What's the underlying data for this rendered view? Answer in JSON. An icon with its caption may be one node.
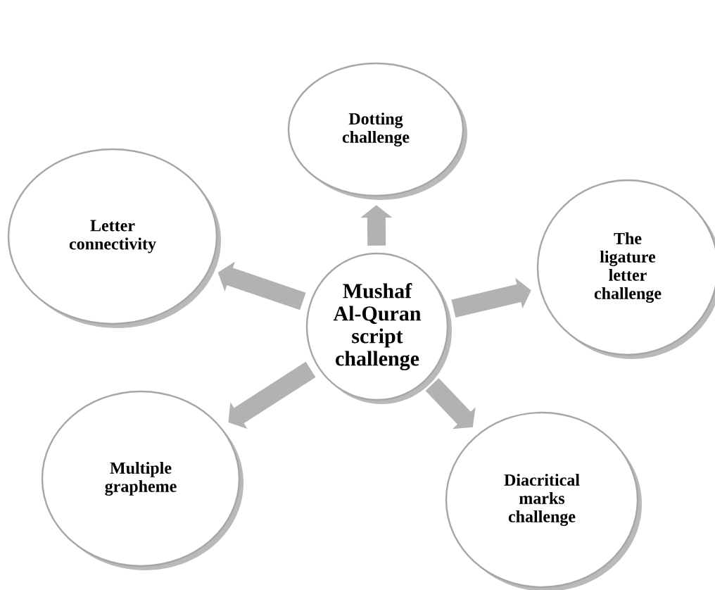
{
  "diagram": {
    "nodes": [
      {
        "text": [
          "Mushaf Al-Quran script challenge"
        ]
      },
      {
        "text": [
          "Dotting challenge"
        ]
      },
      {
        "text": [
          "Letter connectivity"
        ]
      },
      {
        "text": [
          "The ligature letter challenge"
        ]
      },
      {
        "text": [
          "Multiple grapheme"
        ]
      },
      {
        "text": [
          "Diacritical marks challenge"
        ]
      }
    ],
    "edges": [
      {
        "from": 0,
        "to": 1,
        "arrow": "to"
      },
      {
        "from": 0,
        "to": 2,
        "arrow": "to"
      },
      {
        "from": 0,
        "to": 3,
        "arrow": "to"
      },
      {
        "from": 0,
        "to": 4,
        "arrow": "to"
      },
      {
        "from": 0,
        "to": 5,
        "arrow": "to"
      }
    ]
  }
}
